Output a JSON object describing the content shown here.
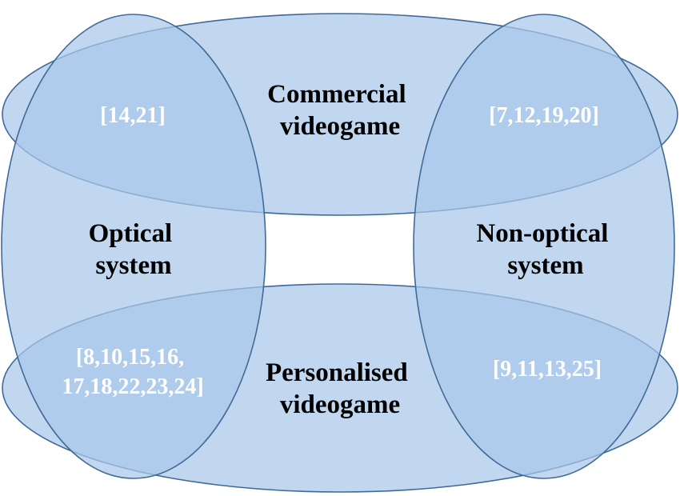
{
  "colors": {
    "ellipse_fill": "#a9c8ea",
    "ellipse_stroke": "#3f6a98",
    "label_text": "#000000",
    "reference_text": "#ffffff"
  },
  "sets": {
    "commercial": {
      "line1": "Commercial",
      "line2": "videogame"
    },
    "personalised": {
      "line1": "Personalised",
      "line2": "videogame"
    },
    "optical": {
      "line1": "Optical",
      "line2": "system"
    },
    "non_optical": {
      "line1": "Non-optical",
      "line2": "system"
    }
  },
  "intersections": {
    "optical_commercial": {
      "line1": "[14,21]"
    },
    "nonoptical_commercial": {
      "line1": "[7,12,19,20]"
    },
    "optical_personalised": {
      "line1": "[8,10,15,16,",
      "line2": "17,18,22,23,24]"
    },
    "nonoptical_personalised": {
      "line1": "[9,11,13,25]"
    }
  }
}
